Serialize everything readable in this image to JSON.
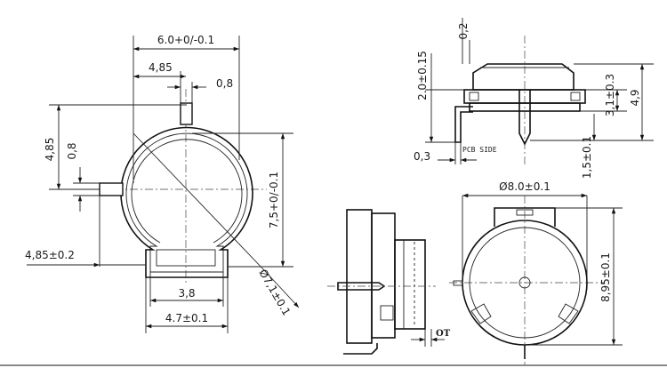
{
  "front_view": {
    "dim_width": "6.0+0/-0.1",
    "dim_half": "4,85",
    "dim_pin_width_top": "0,8",
    "dim_height_left": "4,85",
    "dim_pin_width_left": "0,8",
    "dim_height_right": "7,5+0/-0.1",
    "dim_bottom_offset": "4,85±0.2",
    "dim_diameter": "Ø7,1±0.1",
    "dim_inner_bottom": "3,8",
    "dim_outer_bottom": "4.7±0.1"
  },
  "side_view_top": {
    "dim_top": "0,2",
    "dim_left_height": "2.0±0.15",
    "dim_right_inner": "3,1±0.3",
    "dim_right_outer": "4,9",
    "dim_pin_offset": "1,5±0.1",
    "dim_pin_thickness": "0,3",
    "pcb_label": "PCB SIDE"
  },
  "bottom_view": {
    "dim_diameter": "Ø8.0±0.1",
    "dim_height": "8,95±0.1"
  },
  "side_view_bottom": {
    "label": "OT"
  }
}
